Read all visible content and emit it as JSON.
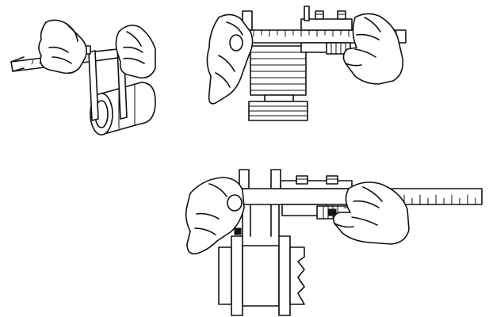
{
  "figure": {
    "panels": [
      {
        "id": "panel-1"
      },
      {
        "id": "panel-2"
      },
      {
        "id": "panel-3"
      }
    ],
    "colors": {
      "ink": "#111111",
      "paper": "#ffffff"
    }
  }
}
